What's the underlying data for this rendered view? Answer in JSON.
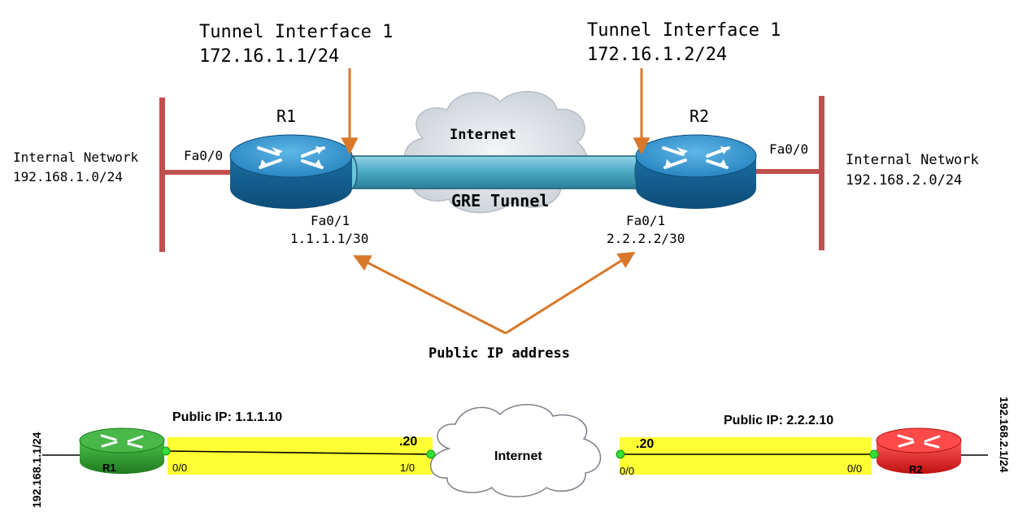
{
  "top": {
    "tunnel_left_title": "Tunnel Interface 1",
    "tunnel_left_ip": "172.16.1.1/24",
    "tunnel_right_title": "Tunnel Interface 1",
    "tunnel_right_ip": "172.16.1.2/24",
    "r1_label": "R1",
    "r2_label": "R2",
    "internet_label": "Internet",
    "gre_label": "GRE Tunnel",
    "left_net_title": "Internal Network",
    "left_net_ip": "192.168.1.0/24",
    "right_net_title": "Internal Network",
    "right_net_ip": "192.168.2.0/24",
    "r1_fa00": "Fa0/0",
    "r2_fa00": "Fa0/0",
    "r1_fa01": "Fa0/1",
    "r1_fa01_ip": "1.1.1.1/30",
    "r2_fa01": "Fa0/1",
    "r2_fa01_ip": "2.2.2.2/30",
    "public_ip_label": "Public IP address"
  },
  "bottom": {
    "left_subnet": "192.168.1.1/24",
    "right_subnet": "192.168.2.1/24",
    "r1_label": "R1",
    "r2_label": "R2",
    "left_public_ip": "Public IP: 1.1.1.10",
    "right_public_ip": "Public IP: 2.2.2.10",
    "left_cloud_ip": ".20",
    "right_cloud_ip": ".20",
    "r1_port": "0/0",
    "cloud_left_port": "1/0",
    "cloud_right_port": "0/0",
    "r2_port": "0/0",
    "internet_label": "Internet"
  },
  "colors": {
    "orange": "#d9782a",
    "network_bar": "#c0504d",
    "tunnel": "#4aa8c4",
    "router_blue": "#1f7fb3",
    "router_green": "#2e9a2e",
    "router_red": "#e02020",
    "highlight": "#ffff33",
    "link_dot": "#33dd33"
  }
}
